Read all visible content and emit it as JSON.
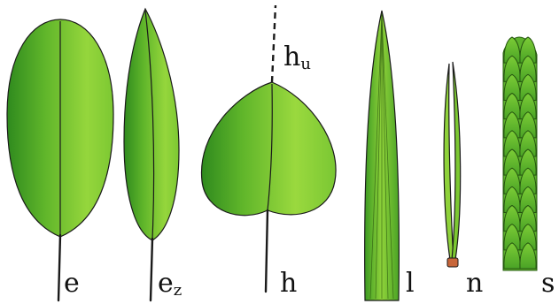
{
  "colors": {
    "leaf_light": "#a6de3e",
    "leaf_mid": "#72c02a",
    "leaf_dark": "#2f8a1e",
    "line": "#1a1a1a",
    "needle_base": "#c8663a"
  },
  "labels": {
    "e": {
      "main": "e",
      "sub": ""
    },
    "ez": {
      "main": "e",
      "sub": "z"
    },
    "h": {
      "main": "h",
      "sub": ""
    },
    "hu": {
      "main": "h",
      "sub": "u"
    },
    "l": {
      "main": "l",
      "sub": ""
    },
    "n": {
      "main": "n",
      "sub": ""
    },
    "s": {
      "main": "s",
      "sub": ""
    }
  }
}
